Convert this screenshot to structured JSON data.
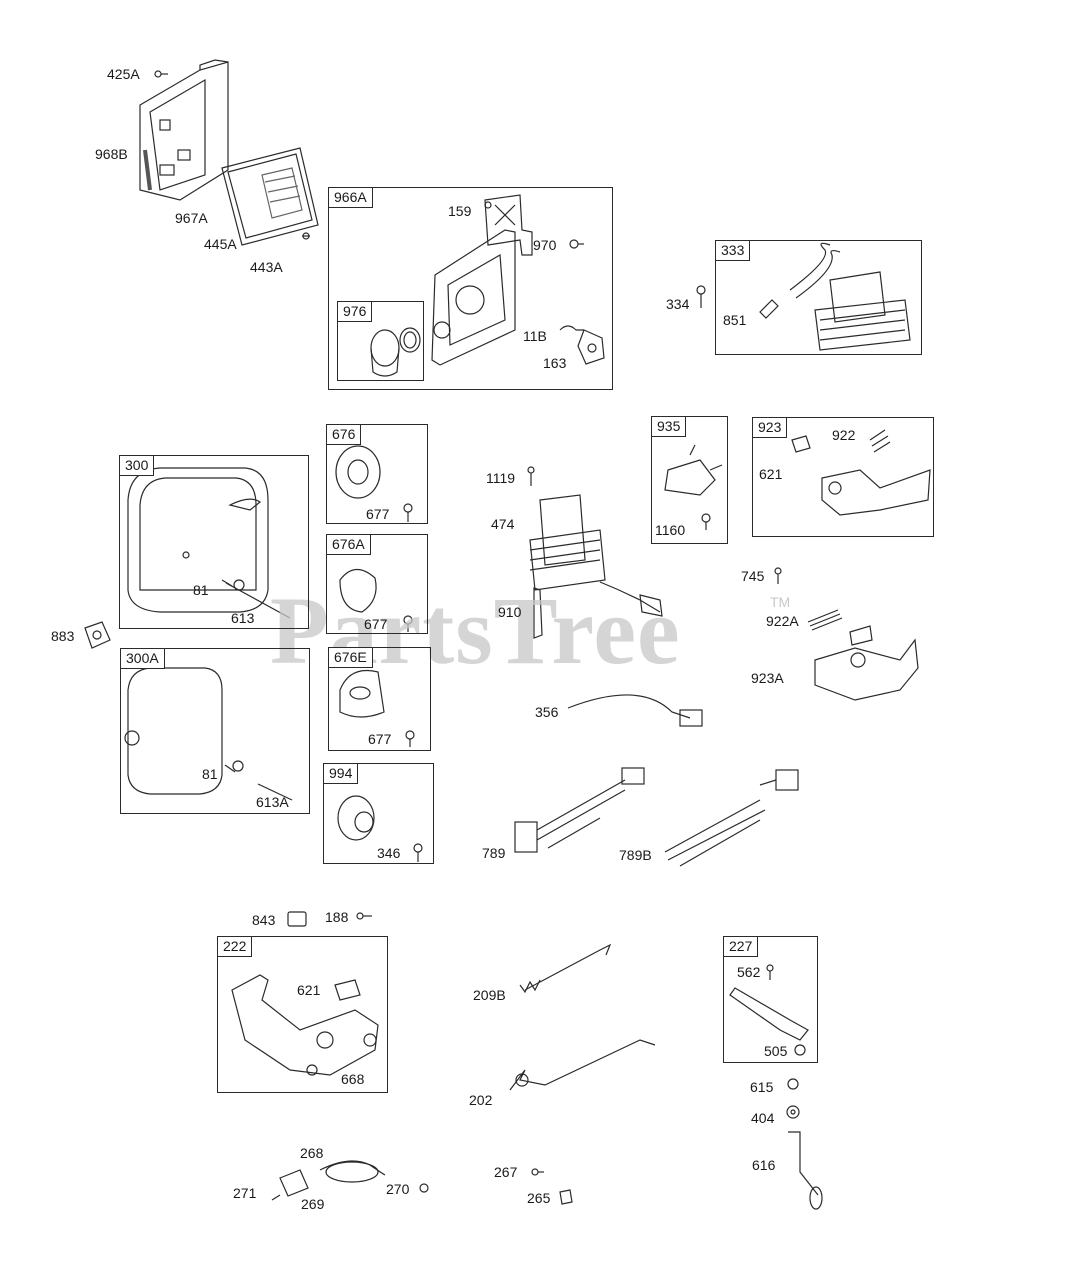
{
  "watermark": {
    "text": "PartsTree",
    "mark": "TM"
  },
  "boxes": {
    "b966A": "966A",
    "b976": "976",
    "b333": "333",
    "b676": "676",
    "b676A": "676A",
    "b676E": "676E",
    "b994": "994",
    "b300": "300",
    "b300A": "300A",
    "b935": "935",
    "b923": "923",
    "b222": "222",
    "b227": "227"
  },
  "labels": {
    "p425A": "425A",
    "p968B": "968B",
    "p967A": "967A",
    "p445A": "445A",
    "p443A": "443A",
    "p159": "159",
    "p970": "970",
    "p11B": "11B",
    "p163": "163",
    "p334": "334",
    "p851": "851",
    "p677a": "677",
    "p677b": "677",
    "p677c": "677",
    "p346": "346",
    "p81a": "81",
    "p613": "613",
    "p81b": "81",
    "p613A": "613A",
    "p883": "883",
    "p1119": "1119",
    "p474": "474",
    "p910": "910",
    "p356": "356",
    "p1160": "1160",
    "p922": "922",
    "p621a": "621",
    "p745": "745",
    "p922A": "922A",
    "p923A": "923A",
    "p789": "789",
    "p789B": "789B",
    "p843": "843",
    "p188": "188",
    "p621b": "621",
    "p668": "668",
    "p209B": "209B",
    "p202": "202",
    "p562": "562",
    "p505": "505",
    "p615": "615",
    "p404": "404",
    "p616": "616",
    "p268": "268",
    "p271": "271",
    "p269": "269",
    "p270": "270",
    "p267": "267",
    "p265": "265"
  }
}
